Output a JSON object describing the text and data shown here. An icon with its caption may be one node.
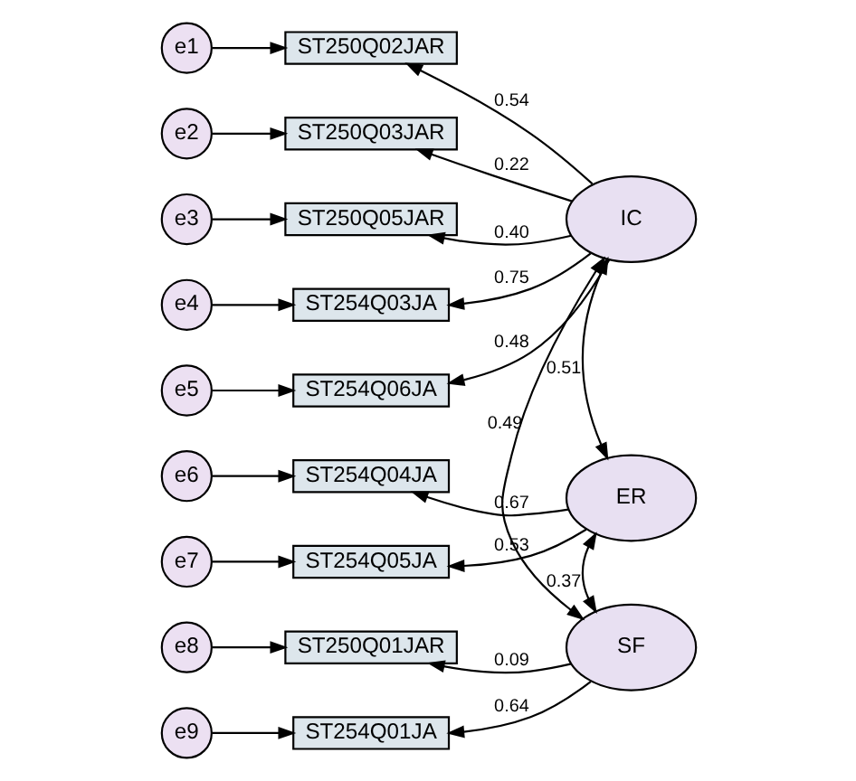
{
  "diagram": {
    "nodes": [
      {
        "text": [
          "e1"
        ]
      },
      {
        "text": [
          "e2"
        ]
      },
      {
        "text": [
          "e3"
        ]
      },
      {
        "text": [
          "e4"
        ]
      },
      {
        "text": [
          "e5"
        ]
      },
      {
        "text": [
          "e6"
        ]
      },
      {
        "text": [
          "e7"
        ]
      },
      {
        "text": [
          "e8"
        ]
      },
      {
        "text": [
          "e9"
        ]
      },
      {
        "text": [
          "ST250Q02JAR"
        ]
      },
      {
        "text": [
          "ST250Q03JAR"
        ]
      },
      {
        "text": [
          "ST250Q05JAR"
        ]
      },
      {
        "text": [
          "ST254Q03JA"
        ]
      },
      {
        "text": [
          "ST254Q06JA"
        ]
      },
      {
        "text": [
          "ST254Q04JA"
        ]
      },
      {
        "text": [
          "ST254Q05JA"
        ]
      },
      {
        "text": [
          "ST250Q01JAR"
        ]
      },
      {
        "text": [
          "ST254Q01JA"
        ]
      },
      {
        "text": [
          "IC"
        ]
      },
      {
        "text": [
          "ER"
        ]
      },
      {
        "text": [
          "SF"
        ]
      }
    ],
    "edges": [
      {
        "from": 0,
        "to": 9,
        "arrow": "to"
      },
      {
        "from": 1,
        "to": 10,
        "arrow": "to"
      },
      {
        "from": 2,
        "to": 11,
        "arrow": "to"
      },
      {
        "from": 3,
        "to": 12,
        "arrow": "to"
      },
      {
        "from": 4,
        "to": 13,
        "arrow": "to"
      },
      {
        "from": 5,
        "to": 14,
        "arrow": "to"
      },
      {
        "from": 6,
        "to": 15,
        "arrow": "to"
      },
      {
        "from": 7,
        "to": 16,
        "arrow": "to"
      },
      {
        "from": 8,
        "to": 17,
        "arrow": "to"
      },
      {
        "from": 18,
        "to": 9,
        "arrow": "to",
        "label": "0.54"
      },
      {
        "from": 18,
        "to": 10,
        "arrow": "to",
        "label": "0.22"
      },
      {
        "from": 18,
        "to": 11,
        "arrow": "to",
        "label": "0.40"
      },
      {
        "from": 18,
        "to": 12,
        "arrow": "to",
        "label": "0.75"
      },
      {
        "from": 18,
        "to": 13,
        "arrow": "to",
        "label": "0.48"
      },
      {
        "from": 19,
        "to": 14,
        "arrow": "to",
        "label": "0.67"
      },
      {
        "from": 19,
        "to": 15,
        "arrow": "to",
        "label": "0.53"
      },
      {
        "from": 20,
        "to": 16,
        "arrow": "to",
        "label": "0.09"
      },
      {
        "from": 20,
        "to": 17,
        "arrow": "to",
        "label": "0.64"
      },
      {
        "from": 18,
        "to": 19,
        "arrow": "both",
        "label": "0.51"
      },
      {
        "from": 19,
        "to": 20,
        "arrow": "both",
        "label": "0.37"
      },
      {
        "from": 18,
        "to": 20,
        "arrow": "both",
        "label": "0.49"
      }
    ]
  }
}
